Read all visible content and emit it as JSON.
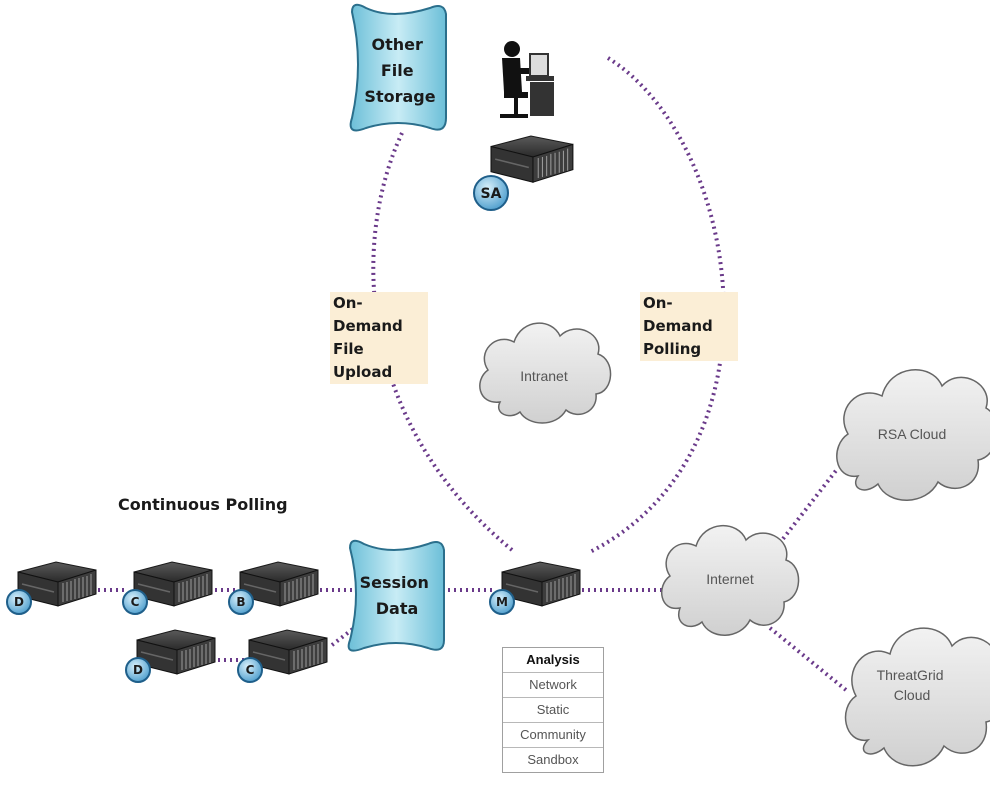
{
  "storage": {
    "other_file_storage": [
      "Other",
      "File",
      "Storage"
    ],
    "session_data": [
      "Session",
      "Data"
    ]
  },
  "clouds": {
    "intranet": "Intranet",
    "internet": "Internet",
    "rsa_cloud": "RSA Cloud",
    "threatgrid_cloud": [
      "ThreatGrid",
      "Cloud"
    ]
  },
  "labels": {
    "continuous_polling": "Continuous Polling",
    "on_demand_upload": [
      "On-Demand",
      "File Upload"
    ],
    "on_demand_polling": [
      "On-Demand",
      "Polling"
    ]
  },
  "nodes": {
    "sa": "SA",
    "m": "M",
    "b": "B",
    "c1": "C",
    "c2": "C",
    "d1": "D",
    "d2": "D"
  },
  "analysis": {
    "header": "Analysis",
    "items": [
      "Network",
      "Static",
      "Community",
      "Sandbox"
    ]
  },
  "colors": {
    "dotted_line": "#6a3a8a",
    "storage_fill": "#8fd1e3",
    "node_badge": "#5aa6d6",
    "cloud_fill": "#e2e2e2",
    "highlight": "#fbeed6"
  }
}
